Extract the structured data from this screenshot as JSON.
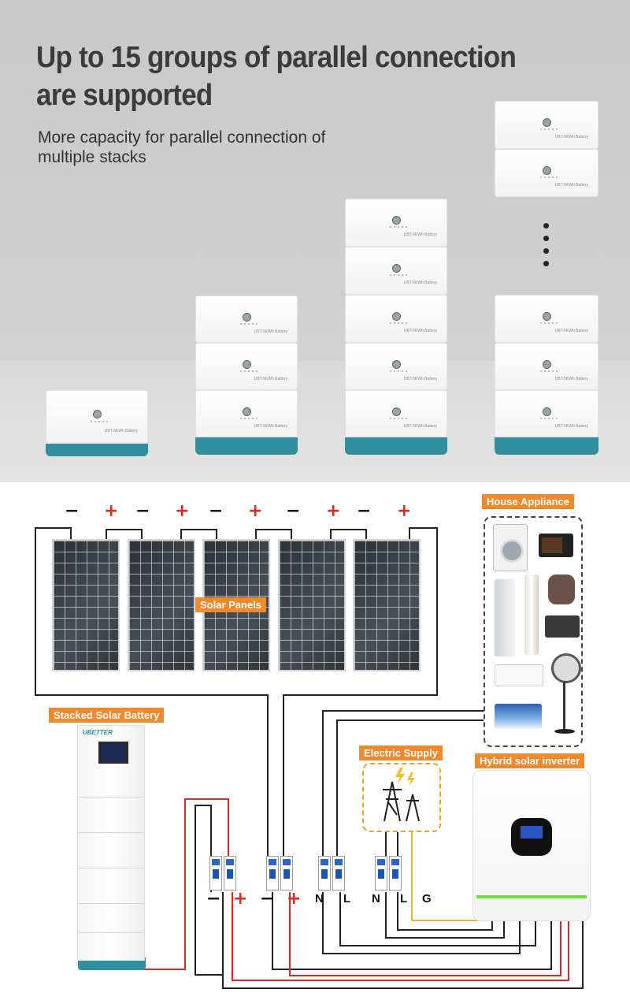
{
  "hero": {
    "title_line1": "Up to 15 groups of parallel connection",
    "title_line2": "are supported",
    "subtitle_line1": "More capacity for parallel connection of",
    "subtitle_line2": "multiple stacks",
    "module_label": "UBT-5KWh Battery"
  },
  "diagram": {
    "labels": {
      "solar_panels": "Solar Panels",
      "house_appliance": "House Appliance",
      "stacked_battery": "Stacked Solar Battery",
      "electric_supply": "Electric Supply",
      "hybrid_inverter": "Hybrid solar inverter"
    },
    "panel_signs": [
      "−",
      "+",
      "−",
      "+",
      "−",
      "+",
      "−",
      "+",
      "−",
      "+"
    ],
    "terminals": {
      "neg1": "−",
      "pos1": "+",
      "neg2": "−",
      "pos2": "+",
      "n1": "N",
      "l1": "L",
      "n2": "N",
      "l2": "L",
      "g": "G"
    },
    "battery_brand": "UBETTER",
    "colors": {
      "tag_orange": "#f0892b",
      "positive_red": "#e52620",
      "ground_yellow": "#f0b030",
      "battery_teal": "#2f8f9f",
      "inverter_green": "#6cdc3c"
    }
  }
}
